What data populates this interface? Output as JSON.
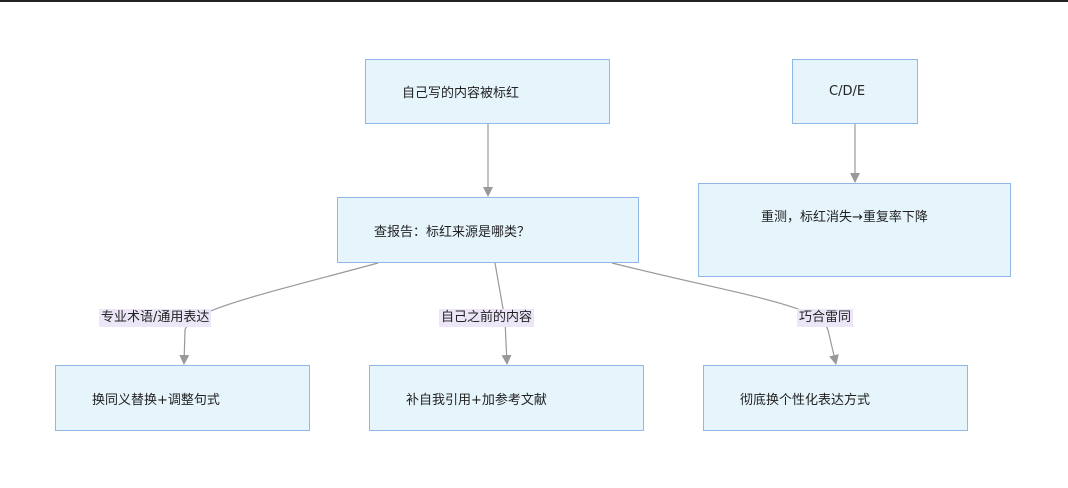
{
  "nodes": {
    "own_content": "自己写的内容被标红",
    "cde": "C/D/E",
    "check_report": "查报告：标红来源是哪类？",
    "retest": "重测，标红消失→重复率下降",
    "synonym": "换同义替换+调整句式",
    "self_cite": "补自我引用+加参考文献",
    "personalize": "彻底换个性化表达方式"
  },
  "edges": {
    "terms": "专业术语/通用表达",
    "previous": "自己之前的内容",
    "coincidence": "巧合雷同"
  },
  "colors": {
    "node_fill": "#e6f4fc",
    "node_border": "#8fb8e8",
    "edge_label_fill": "#ece6f8",
    "edge_line": "#999999"
  }
}
